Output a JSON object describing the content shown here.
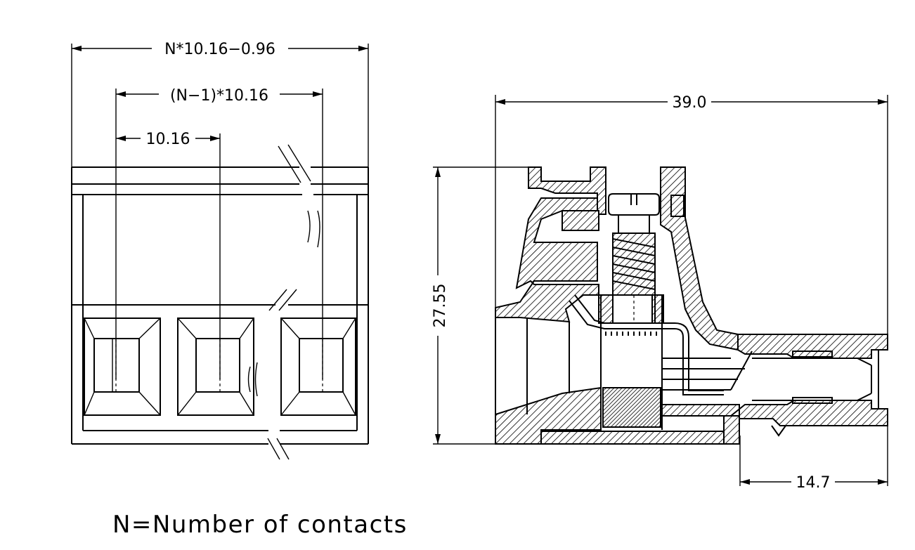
{
  "front_view": {
    "dim_overall": "N*10.16−0.96",
    "dim_span": "(N−1)*10.16",
    "dim_pitch": "10.16"
  },
  "side_view": {
    "dim_length": "39.0",
    "dim_height": "27.55",
    "dim_pin": "14.7"
  },
  "note": "N=Number  of  contacts"
}
